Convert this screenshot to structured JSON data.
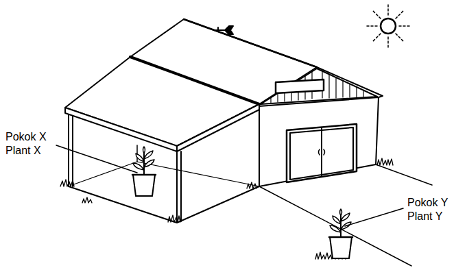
{
  "diagram": {
    "labels": [
      "Pokok X",
      "Plant X",
      "Pokok Y",
      "Plant Y"
    ]
  }
}
